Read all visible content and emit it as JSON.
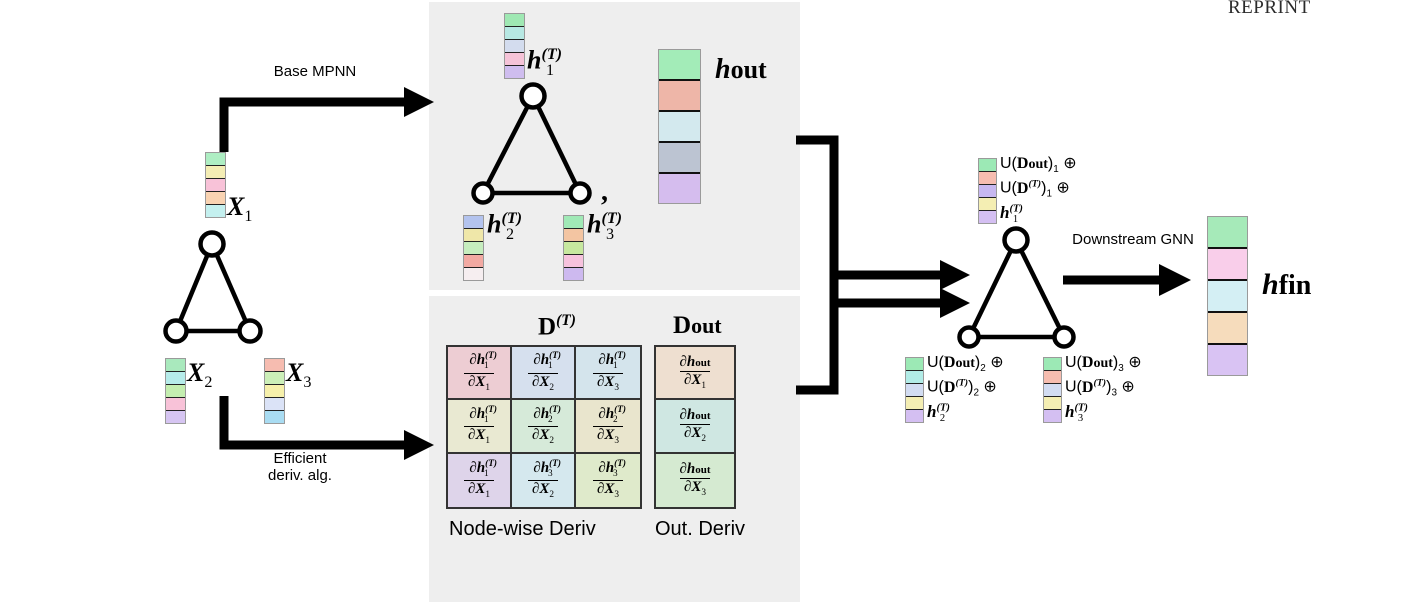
{
  "page": {
    "header_note": "REPRINT",
    "background": "#ffffff",
    "panel_color": "#eeeeee"
  },
  "arrows": {
    "base_mpnn": "Base MPNN",
    "efficient_deriv_line1": "Efficient",
    "efficient_deriv_line2": "deriv. alg.",
    "downstream_gnn": "Downstream GNN"
  },
  "input_graph": {
    "name": "input-graph",
    "nodes": [
      {
        "id": "1",
        "label_base": "X",
        "label_sub": "1"
      },
      {
        "id": "2",
        "label_base": "X",
        "label_sub": "2"
      },
      {
        "id": "3",
        "label_base": "X",
        "label_sub": "3"
      }
    ],
    "vectors": {
      "X1": [
        "#aeeec3",
        "#f4edb4",
        "#f8c2d8",
        "#f9d3b2",
        "#c4f0ef"
      ],
      "X2": [
        "#a9e9bd",
        "#b6ecea",
        "#c4eeb0",
        "#f8c2d8",
        "#d6c5f2"
      ],
      "X3": [
        "#f6bcb0",
        "#ccefb8",
        "#f6f0ab",
        "#dbe3f7",
        "#a9dcf2"
      ]
    }
  },
  "mpnn_panel": {
    "name": "mpnn-output-panel",
    "h1_label": {
      "base": "h",
      "sup": "(T)",
      "sub": "1"
    },
    "h2_label": {
      "base": "h",
      "sup": "(T)",
      "sub": "2"
    },
    "h3_label": {
      "base": "h",
      "sup": "(T)",
      "sub": "3"
    },
    "hout_label": {
      "base": "h",
      "sup": "out"
    },
    "comma": ",",
    "vectors": {
      "h1": [
        "#9fe8b3",
        "#b7e8e3",
        "#d3dcee",
        "#f5c3d8",
        "#cfbdef"
      ],
      "h2": [
        "#b3c3ee",
        "#efe7a9",
        "#c6edbe",
        "#f2a9a2",
        "#f6eef0"
      ],
      "h3": [
        "#a0e9b6",
        "#f3c5a2",
        "#c7e89f",
        "#f6c2dd",
        "#cdb9ef"
      ],
      "hout": [
        "#a3ecb8",
        "#eeb6a8",
        "#d3e9ee",
        "#bcc4d2",
        "#d5bdee"
      ]
    }
  },
  "deriv_panel": {
    "name": "derivative-panel",
    "title_nodewise": {
      "base": "D",
      "sup": "(T)"
    },
    "title_out": {
      "base": "D",
      "sup": "out"
    },
    "caption_nodewise": "Node-wise Deriv",
    "caption_out": "Out. Deriv",
    "matrix": {
      "rows": [
        [
          {
            "num_base": "h",
            "num_sup": "(T)",
            "num_sub": "1",
            "den_sub": "1",
            "bg": "#edcdd3"
          },
          {
            "num_base": "h",
            "num_sup": "(T)",
            "num_sub": "1",
            "den_sub": "2",
            "bg": "#d6e0ee"
          },
          {
            "num_base": "h",
            "num_sup": "(T)",
            "num_sub": "1",
            "den_sub": "3",
            "bg": "#d4e4ec"
          }
        ],
        [
          {
            "num_base": "h",
            "num_sup": "(T)",
            "num_sub": "1",
            "den_sub": "1",
            "bg": "#e9e9d2"
          },
          {
            "num_base": "h",
            "num_sup": "(T)",
            "num_sub": "2",
            "den_sub": "2",
            "bg": "#d6ead9"
          },
          {
            "num_base": "h",
            "num_sup": "(T)",
            "num_sub": "2",
            "den_sub": "3",
            "bg": "#e9e5cd"
          }
        ],
        [
          {
            "num_base": "h",
            "num_sup": "(T)",
            "num_sub": "1",
            "den_sub": "1",
            "bg": "#ded4ea"
          },
          {
            "num_base": "h",
            "num_sup": "(T)",
            "num_sub": "3",
            "den_sub": "2",
            "bg": "#d5e8ee"
          },
          {
            "num_base": "h",
            "num_sup": "(T)",
            "num_sub": "3",
            "den_sub": "3",
            "bg": "#dfeacb"
          }
        ]
      ]
    },
    "out_column": [
      {
        "num_base": "h",
        "num_sup": "out",
        "den_sub": "1",
        "bg": "#eedfd0"
      },
      {
        "num_base": "h",
        "num_sup": "out",
        "den_sub": "2",
        "bg": "#cfe7e2"
      },
      {
        "num_base": "h",
        "num_sup": "out",
        "den_sub": "3",
        "bg": "#d5ead1"
      }
    ]
  },
  "downstream_graph": {
    "name": "downstream-graph",
    "node_labels": [
      {
        "id": "1",
        "line1": {
          "pre": "U(",
          "d": "D",
          "sup": "out",
          "post": ")",
          "sub": "1",
          "plus": "⊕"
        },
        "line2": {
          "pre": "U(",
          "d": "D",
          "sup": "(T)",
          "post": ")",
          "sub": "1",
          "plus": "⊕"
        },
        "line3": {
          "base": "h",
          "sup": "(T)",
          "sub": "1"
        },
        "vector": [
          "#9ce9b5",
          "#f6bdb0",
          "#c7b8f0",
          "#f4eeb3",
          "#d4bff2"
        ]
      },
      {
        "id": "2",
        "line1": {
          "pre": "U(",
          "d": "D",
          "sup": "out",
          "post": ")",
          "sub": "2",
          "plus": "⊕"
        },
        "line2": {
          "pre": "U(",
          "d": "D",
          "sup": "(T)",
          "post": ")",
          "sub": "2",
          "plus": "⊕"
        },
        "line3": {
          "base": "h",
          "sup": "(T)",
          "sub": "2"
        },
        "vector": [
          "#9ce9b5",
          "#b2ece7",
          "#d2dcf2",
          "#f4eeb3",
          "#d4bff2"
        ]
      },
      {
        "id": "3",
        "line1": {
          "pre": "U(",
          "d": "D",
          "sup": "out",
          "post": ")",
          "sub": "3",
          "plus": "⊕"
        },
        "line2": {
          "pre": "U(",
          "d": "D",
          "sup": "(T)",
          "post": ")",
          "sub": "3",
          "plus": "⊕"
        },
        "line3": {
          "base": "h",
          "sup": "(T)",
          "sub": "3"
        },
        "vector": [
          "#9ce9b5",
          "#f6bdb0",
          "#d2dcf2",
          "#f4eeb3",
          "#d4bff2"
        ]
      }
    ]
  },
  "final_output": {
    "name": "final-embedding",
    "label": {
      "base": "h",
      "sup": "fin"
    },
    "vector": [
      "#a6eab9",
      "#f9ceea",
      "#d4eff4",
      "#f6dcbc",
      "#d9c3f3"
    ]
  }
}
